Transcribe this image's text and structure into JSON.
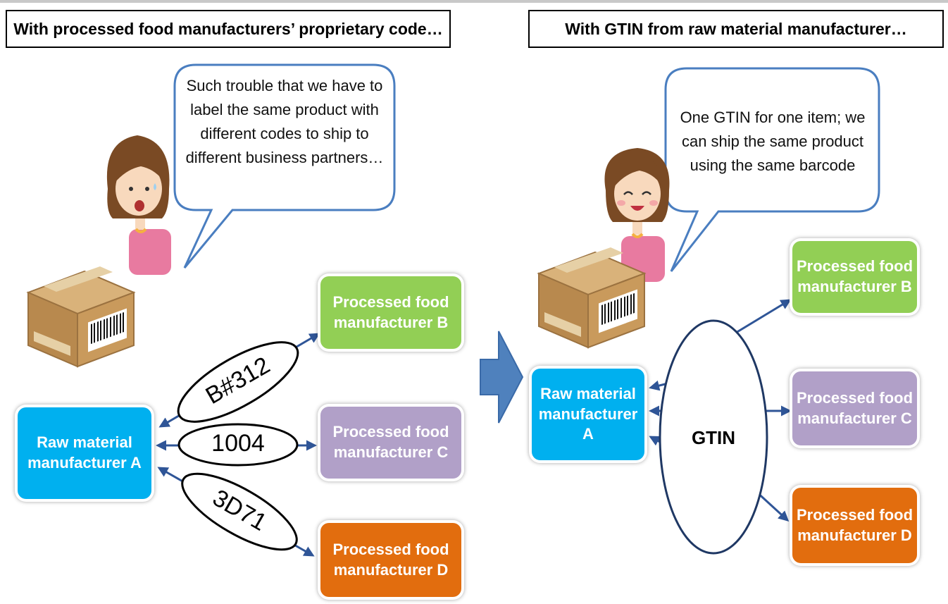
{
  "left_panel": {
    "title": "With processed food manufacturers’ proprietary code…",
    "speech": "Such trouble that we have to label the same product with different codes to ship to different business partners…",
    "source": "Raw material manufacturer A",
    "targets": [
      {
        "label": "Processed food manufacturer B",
        "code": "B#312",
        "color": "#92cf55"
      },
      {
        "label": "Processed food manufacturer C",
        "code": "1004",
        "color": "#b1a0c8"
      },
      {
        "label": "Processed food manufacturer D",
        "code": "3D71",
        "color": "#e26d0e"
      }
    ]
  },
  "right_panel": {
    "title": "With GTIN from raw material manufacturer…",
    "speech": "One GTIN for one item; we can ship the same product using the same barcode",
    "source": "Raw material manufacturer A",
    "code": "GTIN",
    "targets": [
      {
        "label": "Processed food manufacturer B",
        "color": "#92cf55"
      },
      {
        "label": "Processed food manufacturer C",
        "color": "#b1a0c8"
      },
      {
        "label": "Processed food manufacturer D",
        "color": "#e26d0e"
      }
    ]
  },
  "colors": {
    "source": "#00b0ef",
    "arrow": "#2f5597",
    "bubble_border": "#4a7ec0",
    "transition_arrow": "#4f81bd"
  },
  "icons": [
    "worried-person-icon",
    "happy-person-icon",
    "cardboard-box-icon",
    "barcode-icon",
    "transition-arrow-icon"
  ]
}
